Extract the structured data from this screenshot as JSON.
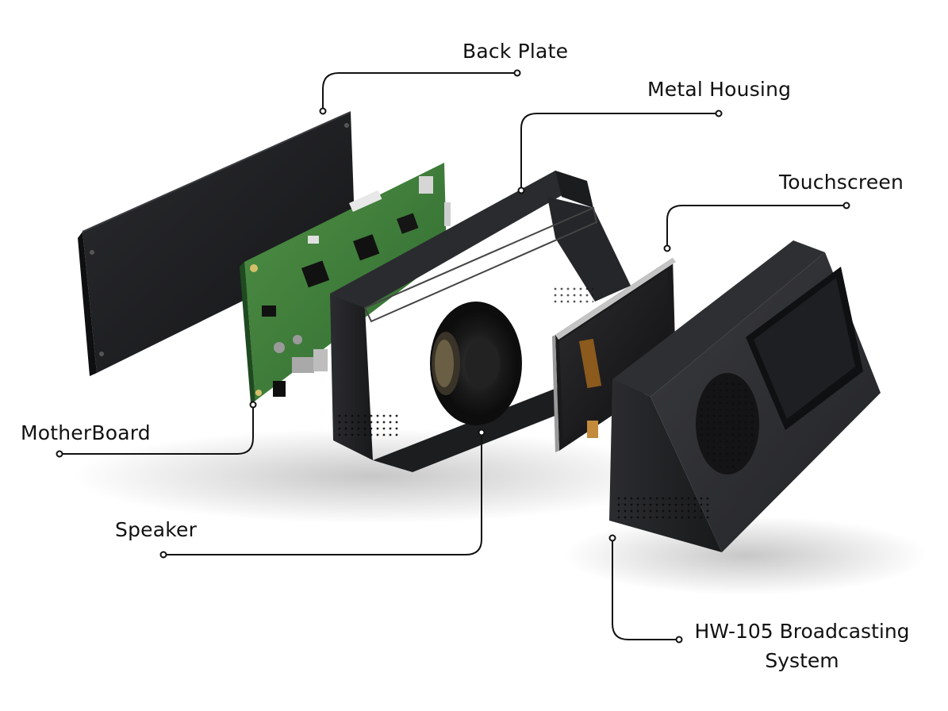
{
  "labels": {
    "back_plate": "Back Plate",
    "metal_housing": "Metal Housing",
    "touchscreen": "Touchscreen",
    "motherboard": "MotherBoard",
    "speaker": "Speaker",
    "system_line1": "HW-105 Broadcasting",
    "system_line2": "System"
  },
  "colors": {
    "metal_black": "#1e1f21",
    "pcb_green": "#3d7a3a",
    "text": "#111111",
    "line": "#111111"
  }
}
